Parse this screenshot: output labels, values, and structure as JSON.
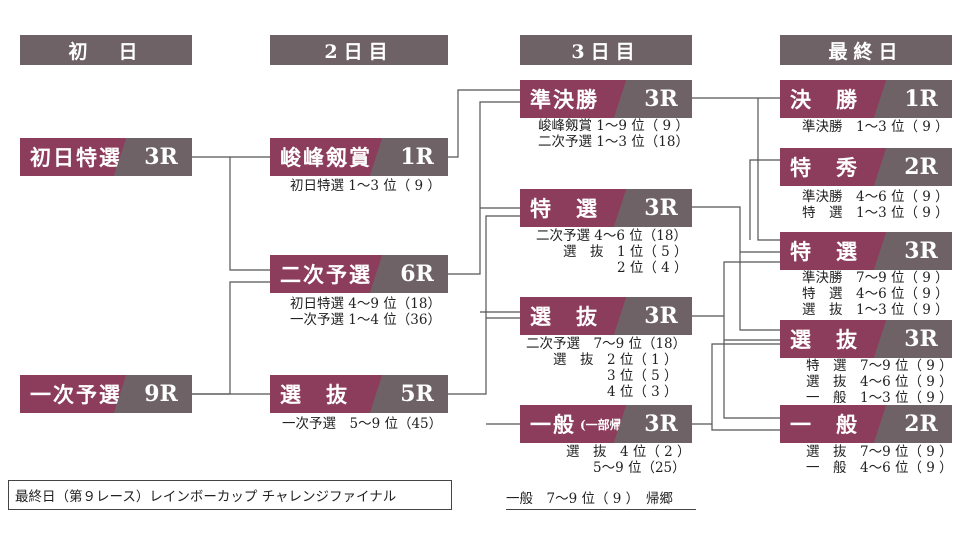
{
  "days": [
    "初　日",
    "2日目",
    "3日目",
    "最終日"
  ],
  "races": {
    "shonichi_tokusen": {
      "name": "初日特選",
      "num": "3R"
    },
    "ichiji_yosen": {
      "name": "一次予選",
      "num": "9R"
    },
    "shunpo": {
      "name": "峻峰剱賞",
      "num": "1R"
    },
    "niji_yosen": {
      "name": "二次予選",
      "num": "6R"
    },
    "senbatsu2": {
      "name": "選　抜",
      "num": "5R"
    },
    "junkessho": {
      "name": "準決勝",
      "num": "3R"
    },
    "tokusen3": {
      "name": "特　選",
      "num": "3R"
    },
    "senbatsu3": {
      "name": "選　抜",
      "num": "3R"
    },
    "ippan3": {
      "name": "一般",
      "sub": "(一部帰)",
      "num": "3R"
    },
    "kessho": {
      "name": "決　勝",
      "num": "1R"
    },
    "tokushu": {
      "name": "特　秀",
      "num": "2R"
    },
    "tokusen4": {
      "name": "特　選",
      "num": "3R"
    },
    "senbatsu4": {
      "name": "選　抜",
      "num": "3R"
    },
    "ippan4": {
      "name": "一　般",
      "num": "2R"
    }
  },
  "quals": {
    "shunpo": "初日特選 1～3 位（ 9 ）",
    "niji_yosen": "初日特選 4～9 位（18）\n一次予選 1～4 位（36）",
    "senbatsu2": "一次予選　5～9 位（45）",
    "junkessho": "峻峰剱賞 1～9 位（ 9 ）\n二次予選 1～3 位（18）",
    "tokusen3": "二次予選 4～6 位（18）\n　　選　抜　1 位（ 5 ）\n　　　　　　2 位（ 4 ）",
    "senbatsu3": "二次予選　7～9 位（18）\n　　選　抜　2 位（ 1 ）\n　　　　　　3 位（ 5 ）\n　　　　　　4 位（ 3 ）",
    "ippan3": "選　抜　4 位（ 2 ）\n　　5～9 位（25）",
    "kessho": "準決勝　1～3 位（ 9 ）",
    "tokushu": "準決勝　4～6 位（ 9 ）\n特　選　1～3 位（ 9 ）",
    "tokusen4": "準決勝　7～9 位（ 9 ）\n特　選　4～6 位（ 9 ）\n選　抜　1～3 位（ 9 ）",
    "senbatsu4": "特　選　7～9 位（ 9 ）\n選　抜　4～6 位（ 9 ）\n一　般　1～3 位（ 9 ）",
    "ippan4": "選　抜　7～9 位（ 9 ）\n一　般　4～6 位（ 9 ）"
  },
  "kikyo": "一般　7～9 位（ 9 ）　帰郷",
  "note": "最終日（第９レース）レインボーカップ チャレンジファイナル",
  "colors": {
    "race_name_bg": "#8c3d5c",
    "race_num_bg": "#6e6266",
    "day_header_bg": "#6e6266"
  }
}
